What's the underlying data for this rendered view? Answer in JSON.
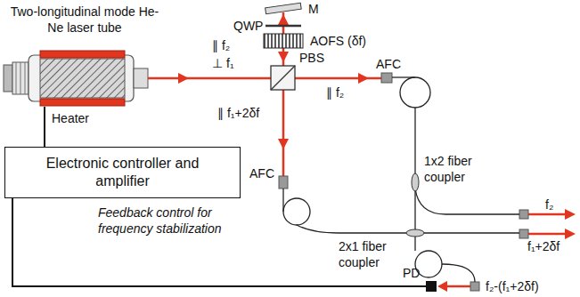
{
  "diagram": {
    "nodes": [
      {
        "text": [
          "Two-longitudinal mode He-Ne laser tube"
        ]
      },
      {
        "text": [
          "Electronic controller and amplifier"
        ]
      },
      {
        "text": [
          "PD"
        ]
      }
    ],
    "edges": [
      {
        "from": 0,
        "to": 1,
        "arrow": "none"
      },
      {
        "from": 2,
        "to": 1,
        "arrow": "none",
        "label": "Feedback control for frequency stabilization"
      }
    ],
    "labels": [
      "Heater",
      "∥ f₂",
      "⊥ f₁",
      "M",
      "QWP",
      "AOFS (δf)",
      "PBS",
      "∥ f₁+2δf",
      "AFC",
      "AFC",
      "∥ f₂",
      "1x2 fiber coupler",
      "2x1 fiber coupler",
      "f₂",
      "f₁+2δf",
      "f₂-(f₁+2δf)"
    ]
  }
}
